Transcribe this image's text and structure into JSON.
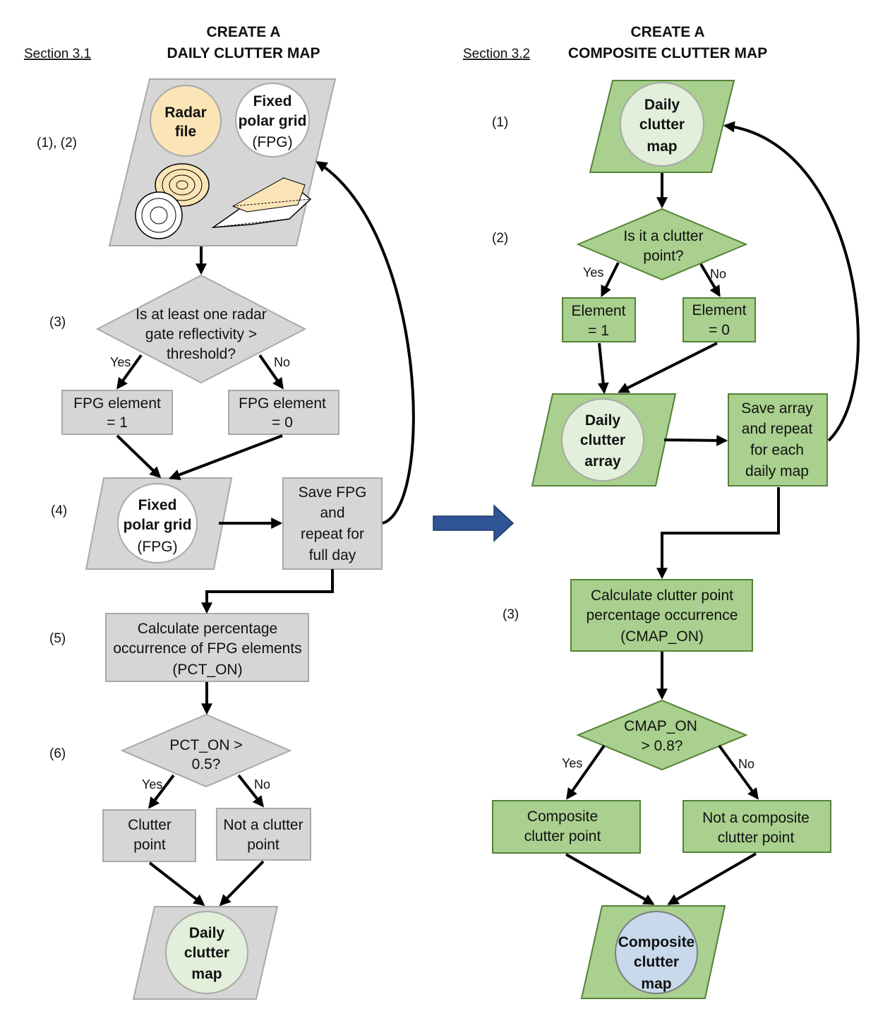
{
  "left": {
    "section": "Section 3.1",
    "heading": [
      "CREATE A",
      "DAILY CLUTTER MAP"
    ],
    "steps": {
      "s12": "(1), (2)",
      "s3": "(3)",
      "s4": "(4)",
      "s5": "(5)",
      "s6": "(6)"
    },
    "radar_file": [
      "Radar",
      "file"
    ],
    "fixed_polar_grid": [
      "Fixed",
      "polar grid",
      "(FPG)"
    ],
    "decision_reflectivity": [
      "Is at least one radar",
      "gate reflectivity  >",
      "threshold?"
    ],
    "yes": "Yes",
    "no": "No",
    "fpg_element_1": [
      "FPG element",
      "= 1"
    ],
    "fpg_element_0": [
      "FPG element",
      "= 0"
    ],
    "fpg_data": [
      "Fixed",
      "polar grid",
      "(FPG)"
    ],
    "save_fpg": [
      "Save FPG",
      "and",
      "repeat for",
      "full day"
    ],
    "calc_pct": [
      "Calculate percentage",
      "occurrence of FPG elements",
      "(PCT_ON)"
    ],
    "decision_pct": [
      "PCT_ON >",
      "0.5?"
    ],
    "clutter_point": [
      "Clutter",
      "point"
    ],
    "not_clutter_point": [
      "Not a clutter",
      "point"
    ],
    "daily_map": [
      "Daily",
      "clutter",
      "map"
    ]
  },
  "right": {
    "section": "Section 3.2",
    "heading": [
      "CREATE A",
      "COMPOSITE CLUTTER MAP"
    ],
    "steps": {
      "s1": "(1)",
      "s2": "(2)",
      "s3": "(3)"
    },
    "daily_map_input": [
      "Daily",
      "clutter",
      "map"
    ],
    "decision_clutter": [
      "Is it a clutter",
      "point?"
    ],
    "yes": "Yes",
    "no": "No",
    "element_1": [
      "Element",
      "= 1"
    ],
    "element_0": [
      "Element",
      "= 0"
    ],
    "daily_array": [
      "Daily",
      "clutter",
      "array"
    ],
    "save_array": [
      "Save array",
      "and repeat",
      "for each",
      "daily map"
    ],
    "calc_cmap": [
      "Calculate clutter point",
      "percentage occurrence",
      "(CMAP_ON)"
    ],
    "decision_cmap": [
      "CMAP_ON",
      "> 0.8?"
    ],
    "composite_point": [
      "Composite",
      "clutter point"
    ],
    "not_composite_point": [
      "Not a composite",
      "clutter point"
    ],
    "composite_map": [
      "Composite",
      "clutter",
      "map"
    ]
  },
  "colors": {
    "grey_fill": "#d6d6d6",
    "green_fill": "#a9d08e",
    "radar_circle": "#fbe5b6",
    "daily_circle": "#e2efda",
    "composite_circle": "#c7d9eb",
    "transition_arrow": "#2f5597"
  }
}
